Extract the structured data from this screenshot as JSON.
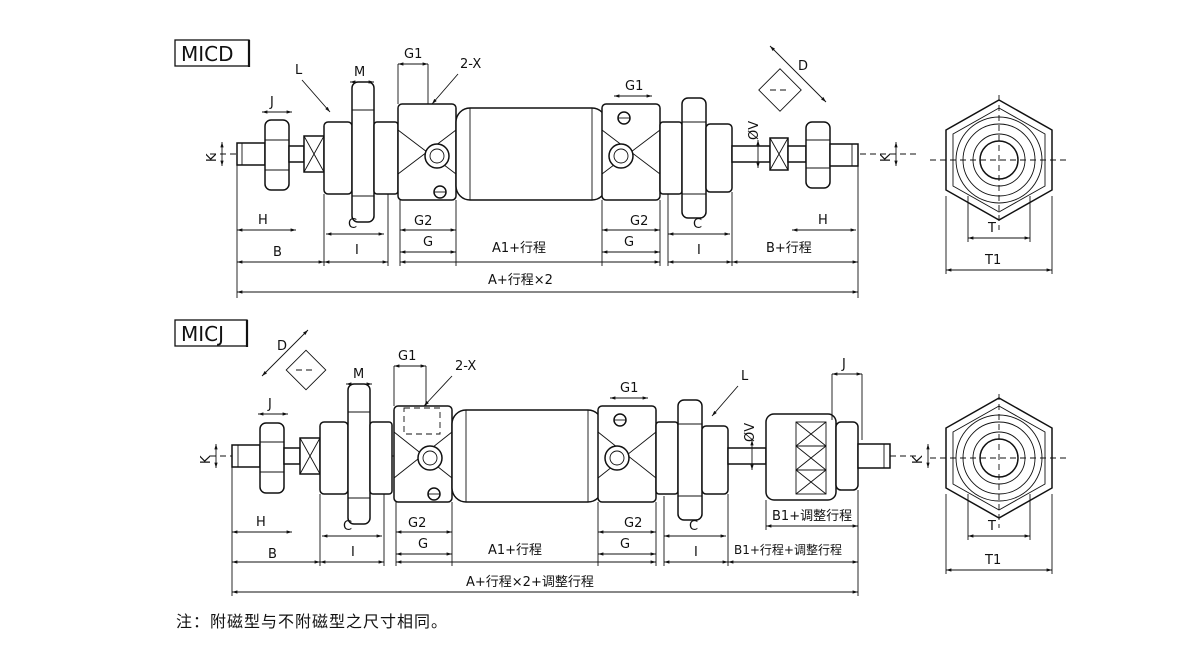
{
  "models": [
    {
      "name": "MICD"
    },
    {
      "name": "MICJ"
    }
  ],
  "labels_micd": {
    "L": "L",
    "M": "M",
    "J": "J",
    "G1_left": "G1",
    "x2": "2-X",
    "G1_right": "G1",
    "D": "D",
    "K_left": "K",
    "K_right": "K",
    "V": "ØV",
    "H_left": "H",
    "C_left": "C",
    "G2_left": "G2",
    "G2_right": "G2",
    "C_right": "C",
    "H_right": "H",
    "B": "B",
    "I_left": "I",
    "G_left": "G",
    "A1": "A1+行程",
    "G_right": "G",
    "I_right": "I",
    "B_right": "B+行程",
    "total": "A+行程×2",
    "T": "T",
    "T1": "T1"
  },
  "labels_micj": {
    "D": "D",
    "M": "M",
    "J_left": "J",
    "G1_left": "G1",
    "x2": "2-X",
    "G1_right": "G1",
    "L": "L",
    "J_right": "J",
    "K_left": "K",
    "K_right": "K",
    "V": "ØV",
    "H": "H",
    "C_left": "C",
    "G2_left": "G2",
    "G2_right": "G2",
    "C_right": "C",
    "B1_adj": "B1+调整行程",
    "B": "B",
    "I_left": "I",
    "G_left": "G",
    "A1": "A1+行程",
    "G_right": "G",
    "I_right": "I",
    "B1_total": "B1+行程+调整行程",
    "total": "A+行程×2+调整行程",
    "T": "T",
    "T1": "T1"
  },
  "note": "注：附磁型与不附磁型之尺寸相同。"
}
